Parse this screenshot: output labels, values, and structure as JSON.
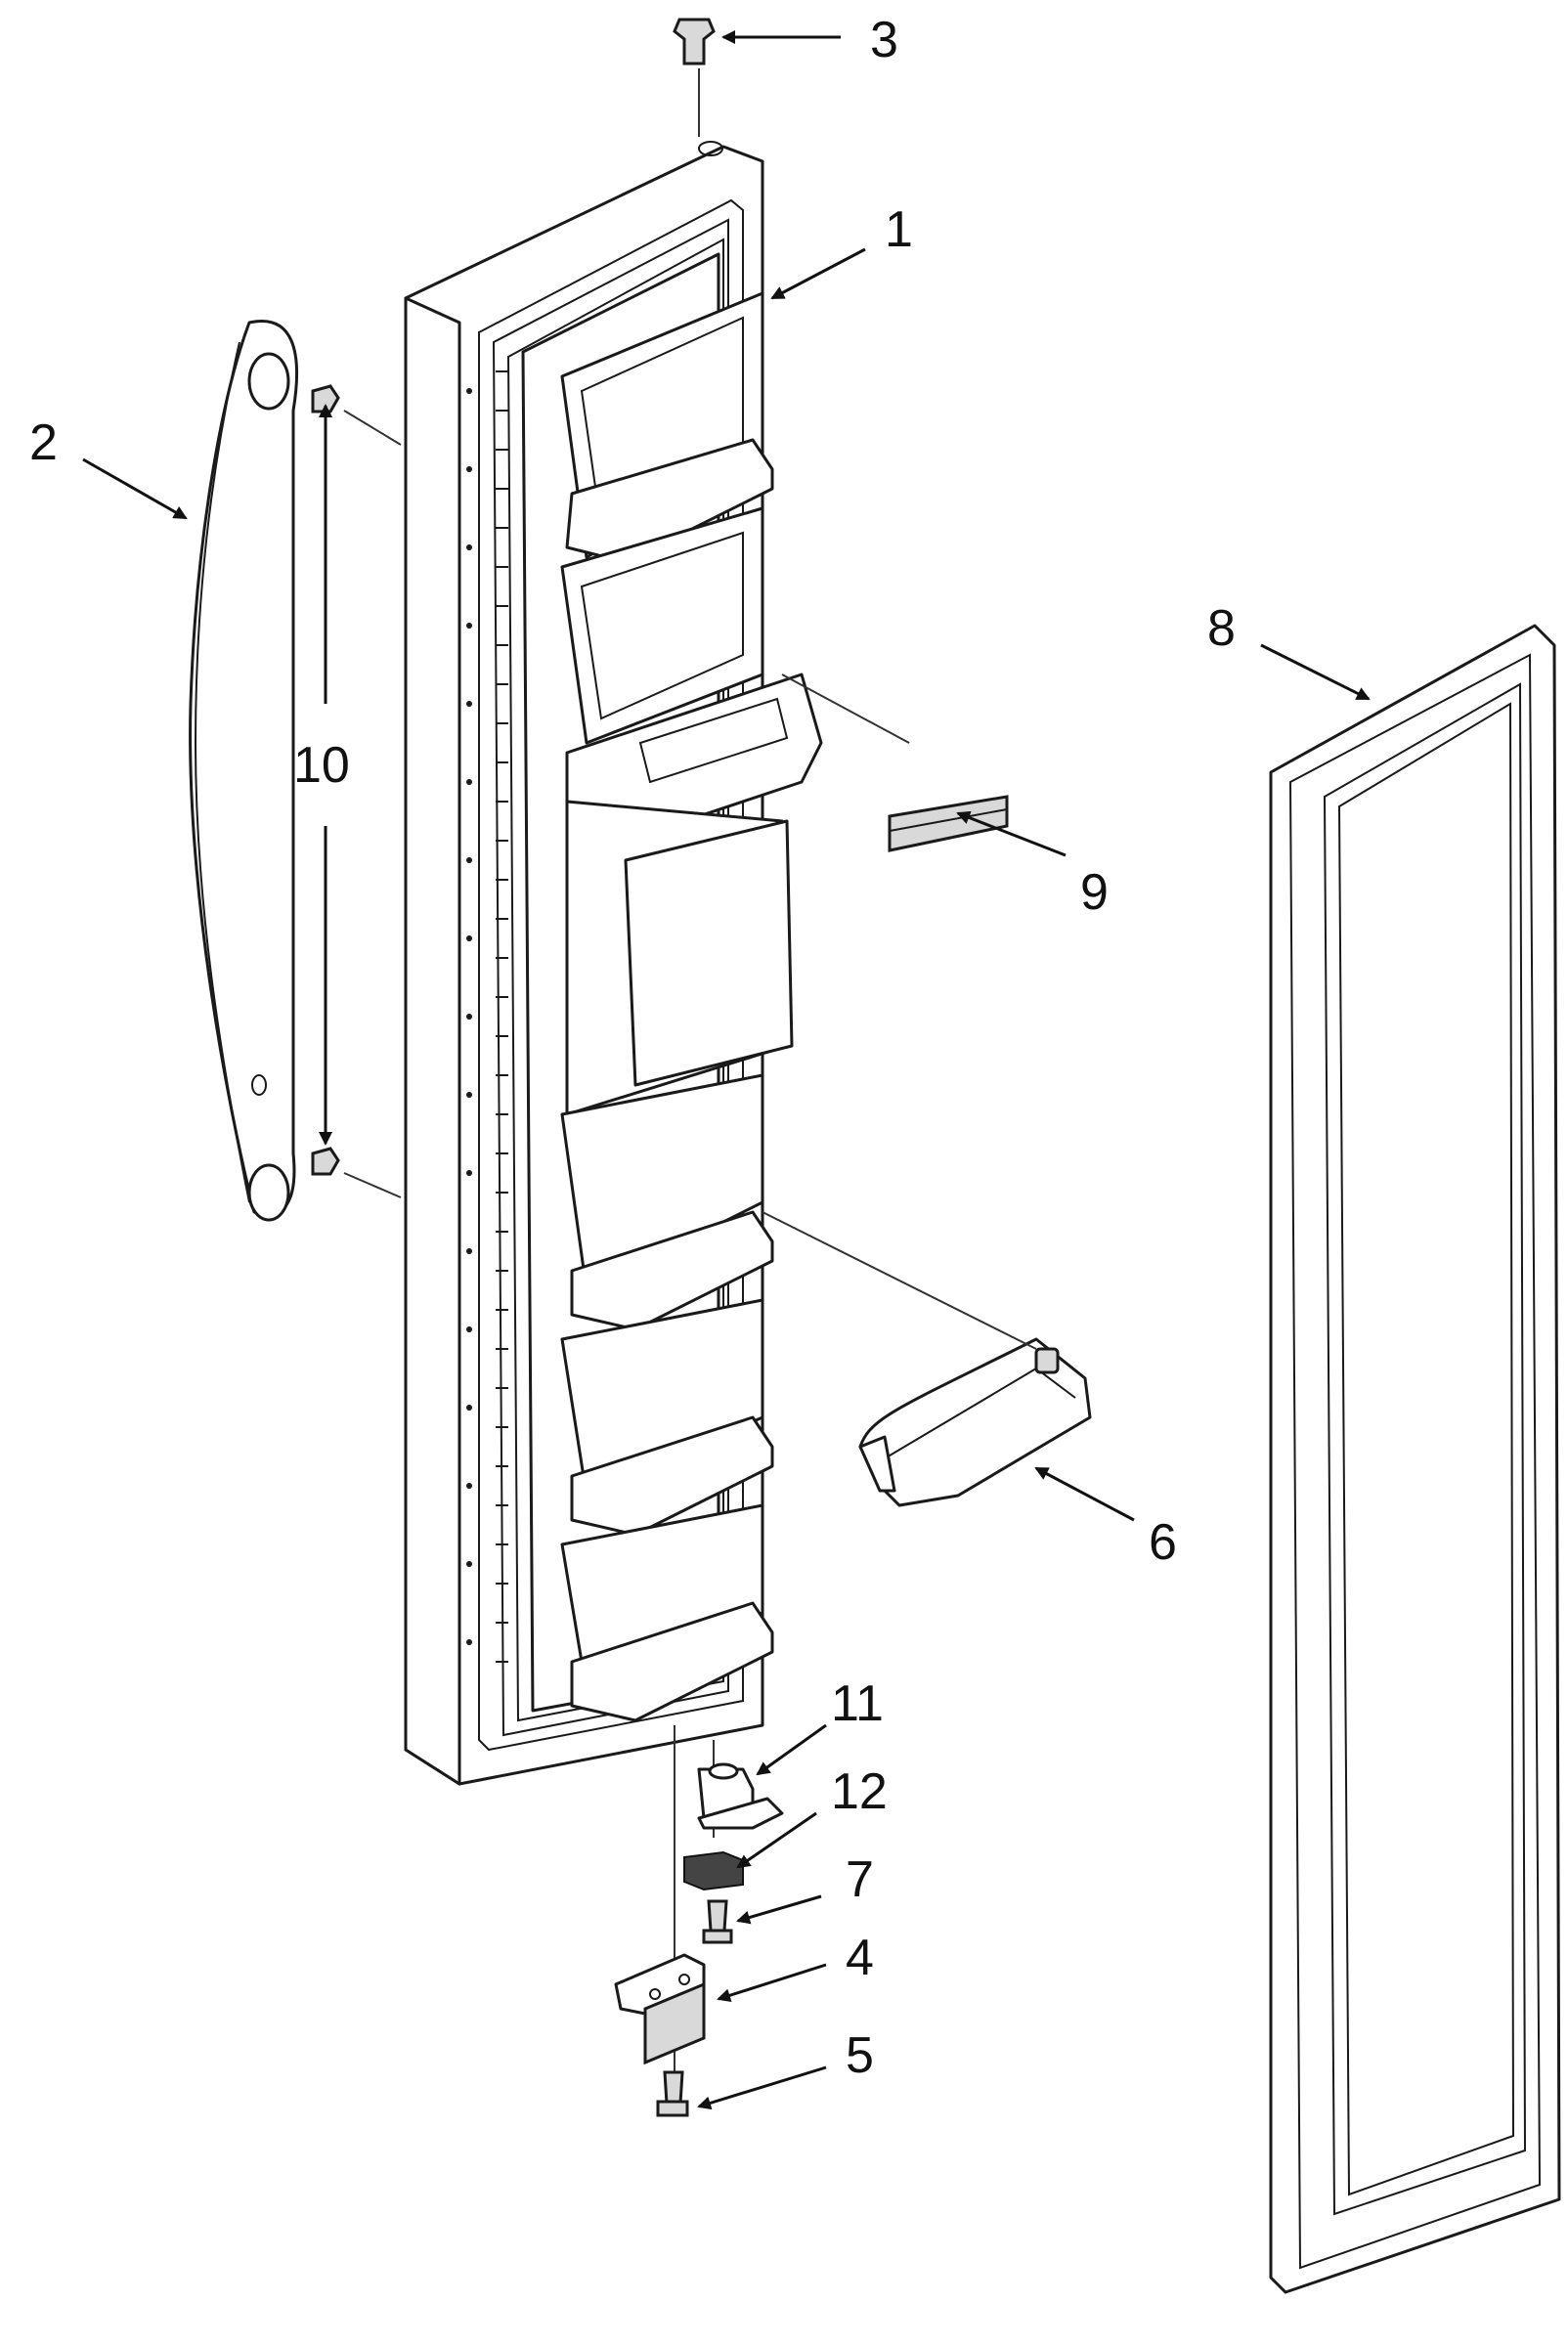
{
  "diagram": {
    "line_color": "#1a1a1a",
    "background": "#ffffff",
    "callouts": [
      {
        "id": "1",
        "label": "1"
      },
      {
        "id": "2",
        "label": "2"
      },
      {
        "id": "3",
        "label": "3"
      },
      {
        "id": "4",
        "label": "4"
      },
      {
        "id": "5",
        "label": "5"
      },
      {
        "id": "6",
        "label": "6"
      },
      {
        "id": "7",
        "label": "7"
      },
      {
        "id": "8",
        "label": "8"
      },
      {
        "id": "9",
        "label": "9"
      },
      {
        "id": "10",
        "label": "10"
      },
      {
        "id": "11",
        "label": "11"
      },
      {
        "id": "12",
        "label": "12"
      }
    ]
  }
}
